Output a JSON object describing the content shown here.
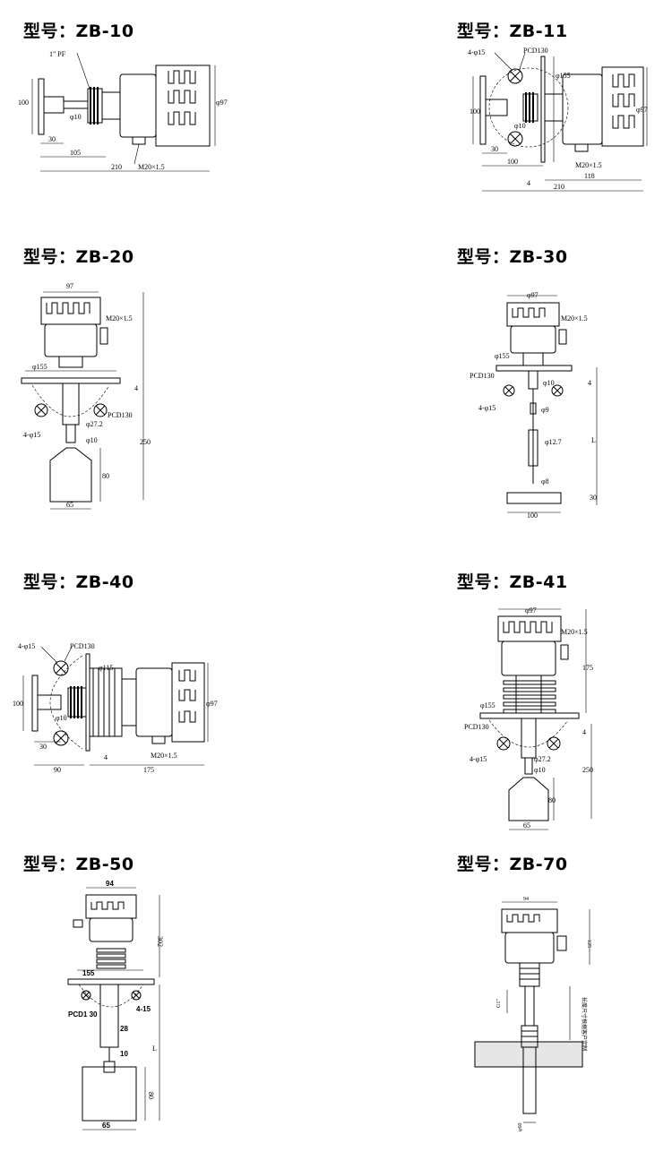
{
  "models": [
    {
      "id": "zb10",
      "title": "型号：ZB-10",
      "labels": {
        "thread": "1\" PF",
        "h": "100",
        "shaft": "φ10",
        "dia": "φ97",
        "len1": "30",
        "len2": "105",
        "total": "210",
        "conduit": "M20×1.5"
      }
    },
    {
      "id": "zb11",
      "title": "型号：ZB-11",
      "labels": {
        "holes": "4-φ15",
        "pcd": "PCD130",
        "flange": "φ155",
        "h": "100",
        "shaft": "φ10",
        "dia": "φ97",
        "len1": "30",
        "len2": "100",
        "thk": "4",
        "len3": "118",
        "total": "210",
        "conduit": "M20×1.5"
      }
    },
    {
      "id": "zb20",
      "title": "型号：ZB-20",
      "labels": {
        "top": "97",
        "conduit": "M20×1.5",
        "flange": "φ155",
        "thk": "4",
        "holes": "4-φ15",
        "pcd": "PCD130",
        "pipe": "φ27.2",
        "shaft": "φ10",
        "len": "250",
        "paddle_h": "80",
        "paddle_w": "65"
      }
    },
    {
      "id": "zb30",
      "title": "型号：ZB-30",
      "labels": {
        "top": "φ97",
        "conduit": "M20×1.5",
        "flange": "φ155",
        "pcd": "PCD130",
        "thk": "4",
        "shaft": "φ10",
        "holes": "4-φ15",
        "rod1": "φ9",
        "L": "L",
        "rod2": "φ12.7",
        "rod3": "φ8",
        "paddle_h": "30",
        "paddle_w": "100"
      }
    },
    {
      "id": "zb40",
      "title": "型号：ZB-40",
      "labels": {
        "holes": "4-φ15",
        "pcd": "PCD130",
        "fins": "φ115",
        "dia": "φ97",
        "h": "100",
        "shaft": "φ10",
        "len1": "30",
        "thk": "4",
        "len2": "90",
        "total": "175",
        "conduit": "M20×1.5"
      }
    },
    {
      "id": "zb41",
      "title": "型号：ZB-41",
      "labels": {
        "top": "φ97",
        "conduit": "M20×1.5",
        "body": "175",
        "flange": "φ155",
        "pcd": "PCD130",
        "thk": "4",
        "holes": "4-φ15",
        "pipe": "φ27.2",
        "shaft": "φ10",
        "len": "250",
        "paddle_h": "80",
        "paddle_w": "65"
      }
    },
    {
      "id": "zb50",
      "title": "型号：ZB-50",
      "labels": {
        "top": "94",
        "body": "302",
        "flange": "155",
        "pcd": "PCD1 30",
        "holes": "4-15",
        "tube": "28",
        "shaft": "10",
        "L": "L",
        "paddle_h": "80",
        "paddle_w": "65"
      }
    },
    {
      "id": "zb70",
      "title": "型号：ZB-70",
      "labels": {
        "top": "94",
        "body": "125",
        "thread": "G1\"",
        "note": "长度尺寸根据客户定制",
        "bottom": "φ60"
      }
    }
  ]
}
